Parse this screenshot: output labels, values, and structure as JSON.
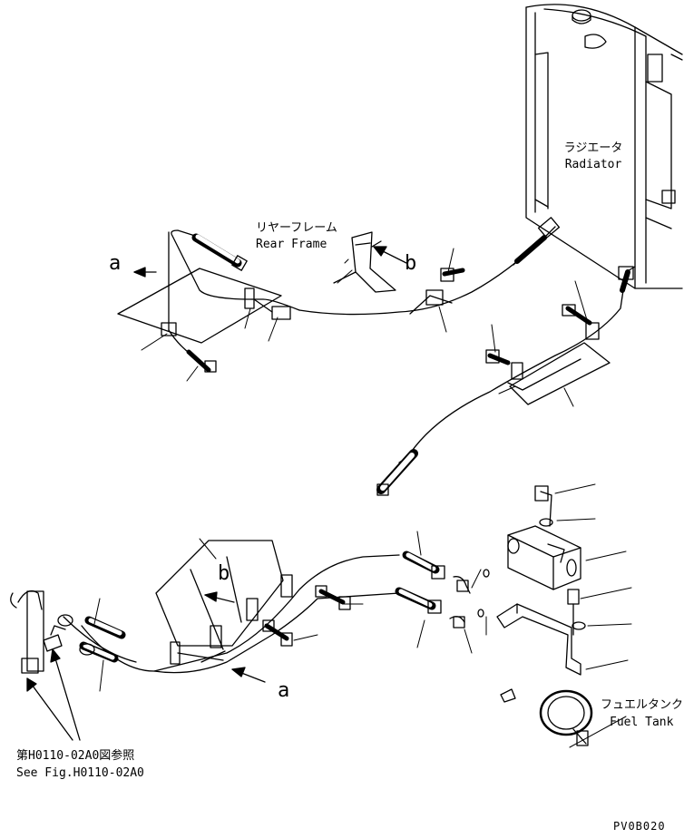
{
  "labels": {
    "radiator_jp": "ラジエータ",
    "radiator_en": "Radiator",
    "rear_frame_jp": "リヤーフレーム",
    "rear_frame_en": "Rear Frame",
    "fuel_tank_jp": "フュエルタンク",
    "fuel_tank_en": "Fuel Tank",
    "see_fig_jp": "第H0110-02A0図参照",
    "see_fig_en": "See Fig.H0110-02A0",
    "ref_a_top": "a",
    "ref_b_top": "b",
    "ref_b_bottom": "b",
    "ref_a_bottom": "a",
    "drawing_code": "PV0B020"
  }
}
